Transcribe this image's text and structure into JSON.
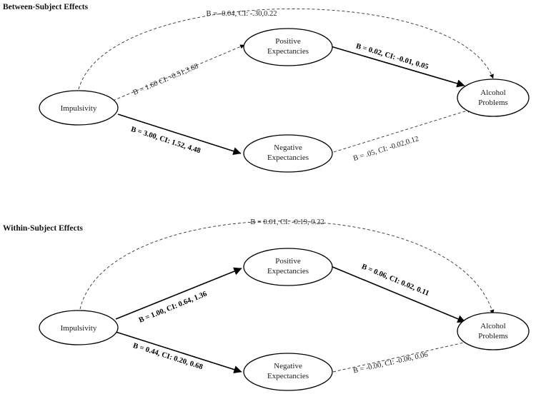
{
  "sections": [
    {
      "title": "Between-Subject Effects",
      "nodes": {
        "impulsivity": [
          "Impulsivity"
        ],
        "positive": [
          "Positive",
          "Expectancies"
        ],
        "negative": [
          "Negative",
          "Expectancies"
        ],
        "alcohol": [
          "Alcohol",
          "Problems"
        ]
      },
      "paths": {
        "direct": "B = -0.04, CI: -.30,0.22",
        "imp_pos": "B = 1.60 CI: -0.51,3.68",
        "imp_neg": "B = 3.00, CI: 1.52, 4.48",
        "pos_alc": "B = 0.02, CI: -0.01, 0.05",
        "neg_alc": "B = .05, CI: -0.02,0.12"
      }
    },
    {
      "title": "Within-Subject  Effects",
      "nodes": {
        "impulsivity": [
          "Impulsivity"
        ],
        "positive": [
          "Positive",
          "Expectancies"
        ],
        "negative": [
          "Negative",
          "Expectancies"
        ],
        "alcohol": [
          "Alcohol",
          "Problems"
        ]
      },
      "paths": {
        "direct": "B = 0.01, CI: -0.19, 0.22",
        "imp_pos": "B = 1.00, CI: 0.64, 1.36",
        "imp_neg": "B = 0.44, CI: 0.20, 0.68",
        "pos_alc": "B = 0.06, CI: 0.02, 0.11",
        "neg_alc": "B = -0.00, CI: -0.06, 0.06"
      }
    }
  ]
}
